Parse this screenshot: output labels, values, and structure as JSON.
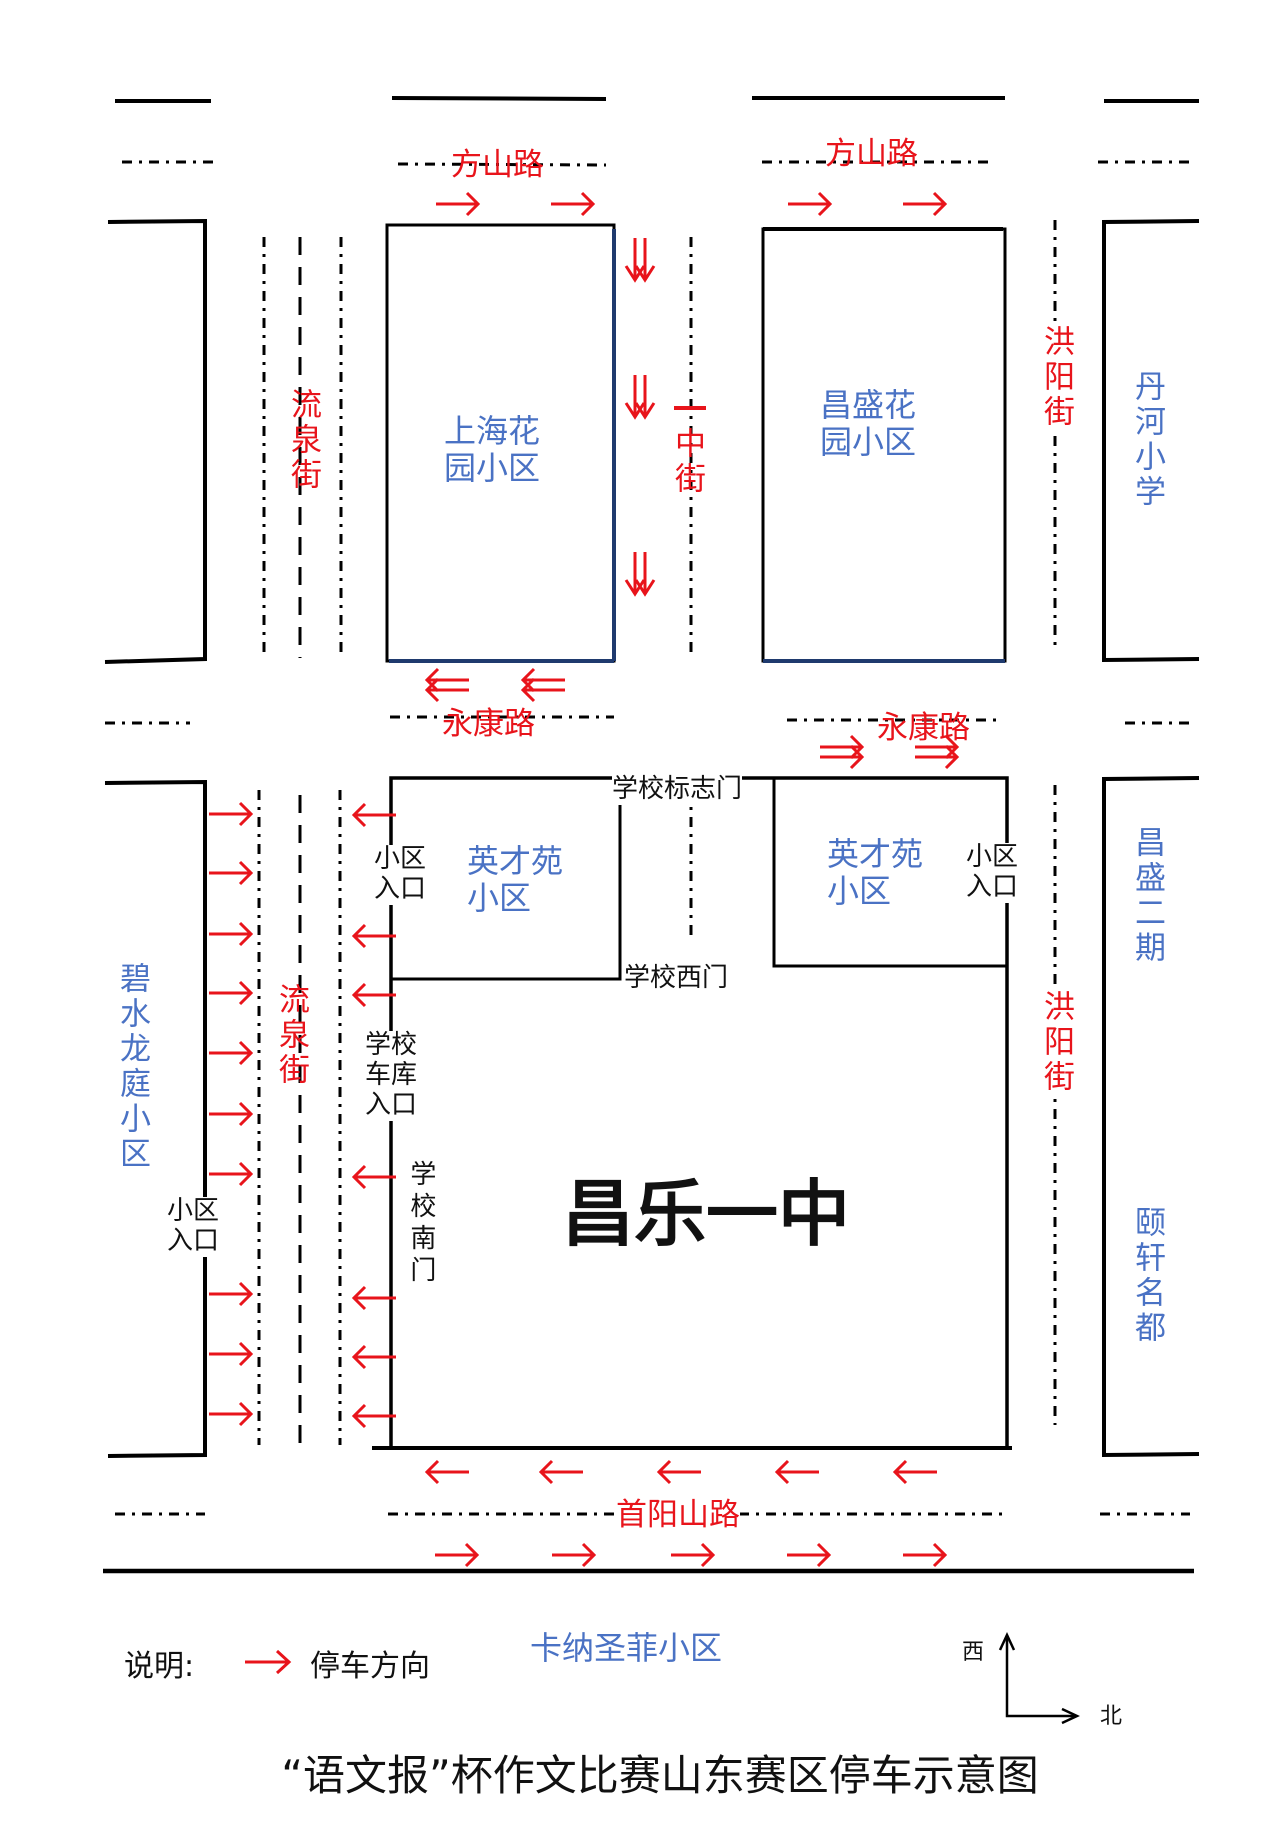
{
  "roads": {
    "fangshan_west": "方山路",
    "fangshan_east": "方山路",
    "yongkang_west": "永康路",
    "yongkang_east": "永康路",
    "shouyangshan": "首阳山路",
    "liuquan_north": "流泉街",
    "liuquan_south": "流泉街",
    "yizhong": "一中街",
    "hongyang_north": "洪阳街",
    "hongyang_south": "洪阳街"
  },
  "places": {
    "shanghai_garden": "上海花园小区",
    "changsheng_garden": "昌盛花园小区",
    "danhe_school": "丹河小学",
    "yingcai_west": "英才苑小区",
    "yingcai_east": "英才苑小区",
    "bishui_longting": "碧水龙庭小区",
    "changsheng_phase2": "昌盛二期",
    "yixuan_mingdu": "颐轩名都",
    "kana_shengfei": "卡纳圣菲小区",
    "school": "昌乐一中"
  },
  "gates": {
    "landmark_gate": "学校标志门",
    "west_gate": "学校西门",
    "garage_entrance": "学校车库入口",
    "south_gate": "学校南门",
    "community_entrance_west": "小区入口",
    "community_entrance_east": "小区入口",
    "community_entrance_bishui": "小区入口"
  },
  "legend": {
    "label": "说明:",
    "arrow_meaning": "停车方向"
  },
  "compass": {
    "up": "西",
    "right": "北"
  },
  "title": "“语文报”杯作文比赛山东赛区停车示意图",
  "colors": {
    "arrow": "#e8141b",
    "place_label": "#4a72c4",
    "block_outline": "#1f3a6e",
    "line": "#000000"
  }
}
